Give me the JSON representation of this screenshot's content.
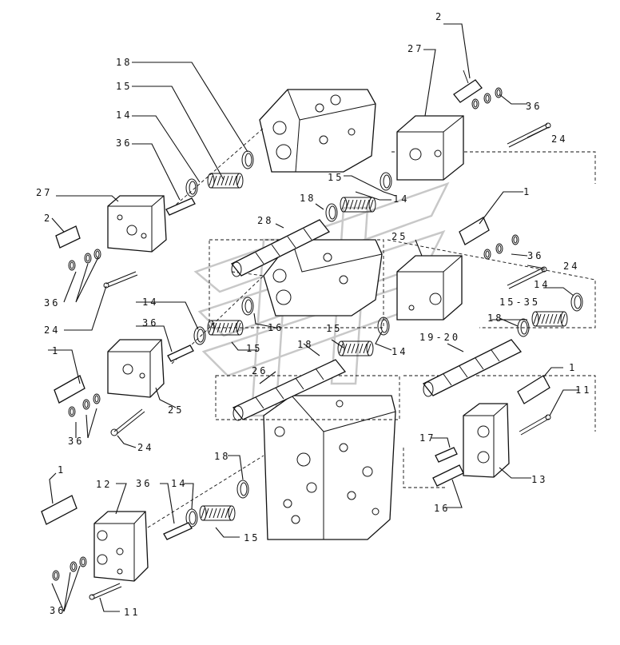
{
  "diagram": {
    "callouts": {
      "c_top_2": "2",
      "c_top_27": "27",
      "c_top_36": "36",
      "c_top_24": "24",
      "c_18a": "18",
      "c_15a": "15",
      "c_14a": "14",
      "c_36a": "36",
      "c_27b": "27",
      "c_2b": "2",
      "c_36b": "36",
      "c_24b": "24",
      "c_15b": "15",
      "c_14b": "14",
      "c_18b": "18",
      "c_28": "28",
      "c_1a": "1",
      "c_25a": "25",
      "c_36c": "36",
      "c_24c": "24",
      "c_14c": "14",
      "c_15_35": "15-35",
      "c_18c": "18",
      "c_19_20": "19-20",
      "c_14d": "14",
      "c_36d": "36",
      "c_16a": "16",
      "c_15c": "15",
      "c_18d": "18",
      "c_15d": "15",
      "c_14e": "14",
      "c_26": "26",
      "c_1b": "1",
      "c_25b": "25",
      "c_36e": "36",
      "c_24d": "24",
      "c_1c": "1",
      "c_11a": "11",
      "c_17": "17",
      "c_13": "13",
      "c_16b": "16",
      "c_18e": "18",
      "c_1d": "1",
      "c_12": "12",
      "c_36f": "36",
      "c_14f": "14",
      "c_15e": "15",
      "c_36g": "36",
      "c_11b": "11"
    }
  }
}
